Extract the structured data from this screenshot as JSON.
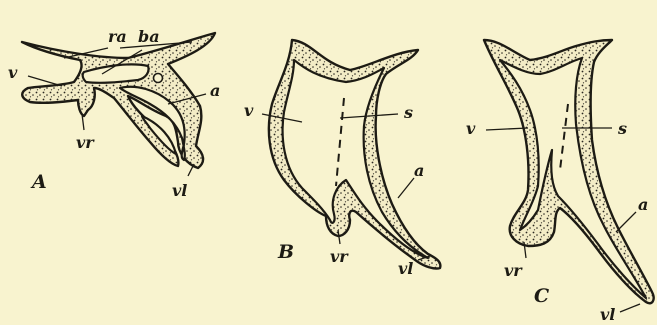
{
  "figure": {
    "labels": {
      "ra": "ra",
      "ba": "ba",
      "v": "v",
      "a": "a",
      "vr": "vr",
      "vl": "vl",
      "s": "s"
    },
    "panels": [
      {
        "caption": "A"
      },
      {
        "caption": "B"
      },
      {
        "caption": "C"
      }
    ]
  }
}
